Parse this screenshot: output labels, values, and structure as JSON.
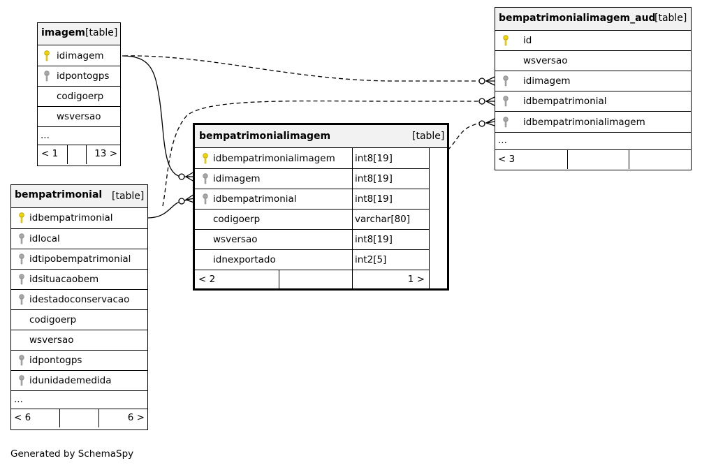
{
  "footer_text": "Generated by SchemaSpy",
  "colors": {
    "primary_key": "#f2d600",
    "foreign_key": "#a8a8a8",
    "header_bg": "#f2f2f2"
  },
  "tables": {
    "imagem": {
      "name": "imagem",
      "kind": "[table]",
      "columns": [
        "idimagem",
        "idpontogps",
        "codigoerp",
        "wsversao"
      ],
      "more": "...",
      "parents": "< 1",
      "children": "13 >"
    },
    "bempatrimonial": {
      "name": "bempatrimonial",
      "kind": "[table]",
      "columns": [
        "idbempatrimonial",
        "idlocal",
        "idtipobempatrimonial",
        "idsituacaobem",
        "idestadoconservacao",
        "codigoerp",
        "wsversao",
        "idpontogps",
        "idunidademedida"
      ],
      "more": "...",
      "parents": "< 6",
      "children": "6 >"
    },
    "bempatrimonialimagem": {
      "name": "bempatrimonialimagem",
      "kind": "[table]",
      "columns": [
        {
          "name": "idbempatrimonialimagem",
          "type": "int8[19]"
        },
        {
          "name": "idimagem",
          "type": "int8[19]"
        },
        {
          "name": "idbempatrimonial",
          "type": "int8[19]"
        },
        {
          "name": "codigoerp",
          "type": "varchar[80]"
        },
        {
          "name": "wsversao",
          "type": "int8[19]"
        },
        {
          "name": "idnexportado",
          "type": "int2[5]"
        }
      ],
      "parents": "< 2",
      "children": "1 >"
    },
    "bempatrimonialimagem_aud": {
      "name": "bempatrimonialimagem_aud",
      "kind": "[table]",
      "columns": [
        "id",
        "wsversao",
        "idimagem",
        "idbempatrimonial",
        "idbempatrimonialimagem"
      ],
      "more": "...",
      "parents": "< 3"
    }
  }
}
